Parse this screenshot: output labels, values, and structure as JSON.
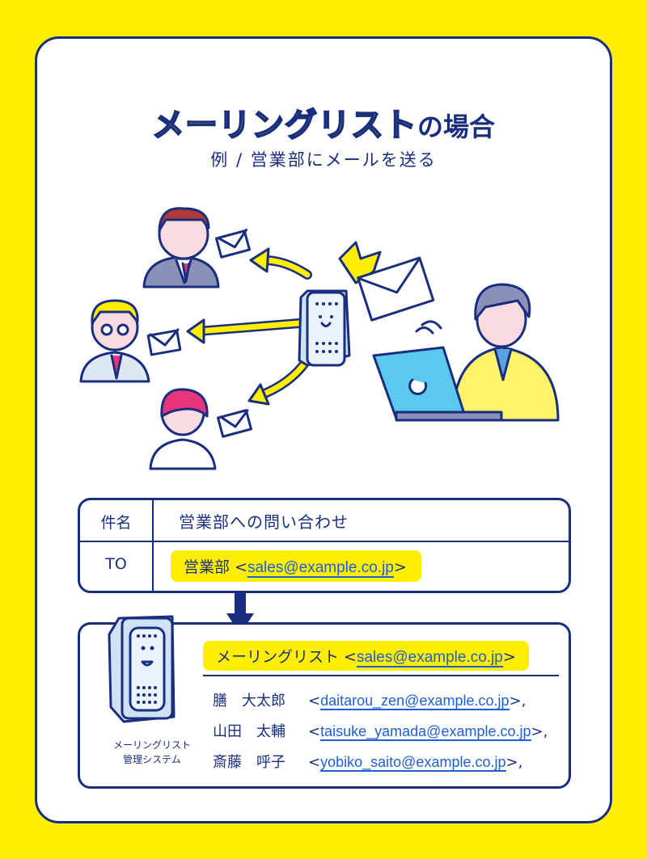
{
  "title": {
    "main": "メーリングリスト",
    "suffix": "の場合"
  },
  "subtitle": "例 / 営業部にメールを送る",
  "email": {
    "subject_label": "件名",
    "subject_value": "営業部への問い合わせ",
    "to_label": "TO",
    "to_name": "営業部",
    "to_address": "sales@example.co.jp"
  },
  "mailing_list": {
    "name": "メーリングリスト",
    "address": "sales@example.co.jp",
    "system_label_line1": "メーリングリスト",
    "system_label_line2": "管理システム",
    "members": [
      {
        "name": "膳　大太郎",
        "address": "daitarou_zen@example.co.jp"
      },
      {
        "name": "山田　太輔",
        "address": "taisuke_yamada@example.co.jp"
      },
      {
        "name": "斎藤　呼子",
        "address": "yobiko_saito@example.co.jp"
      }
    ]
  },
  "colors": {
    "background": "#FFEE00",
    "navy": "#1A2E7F",
    "link": "#1E5FD8"
  }
}
